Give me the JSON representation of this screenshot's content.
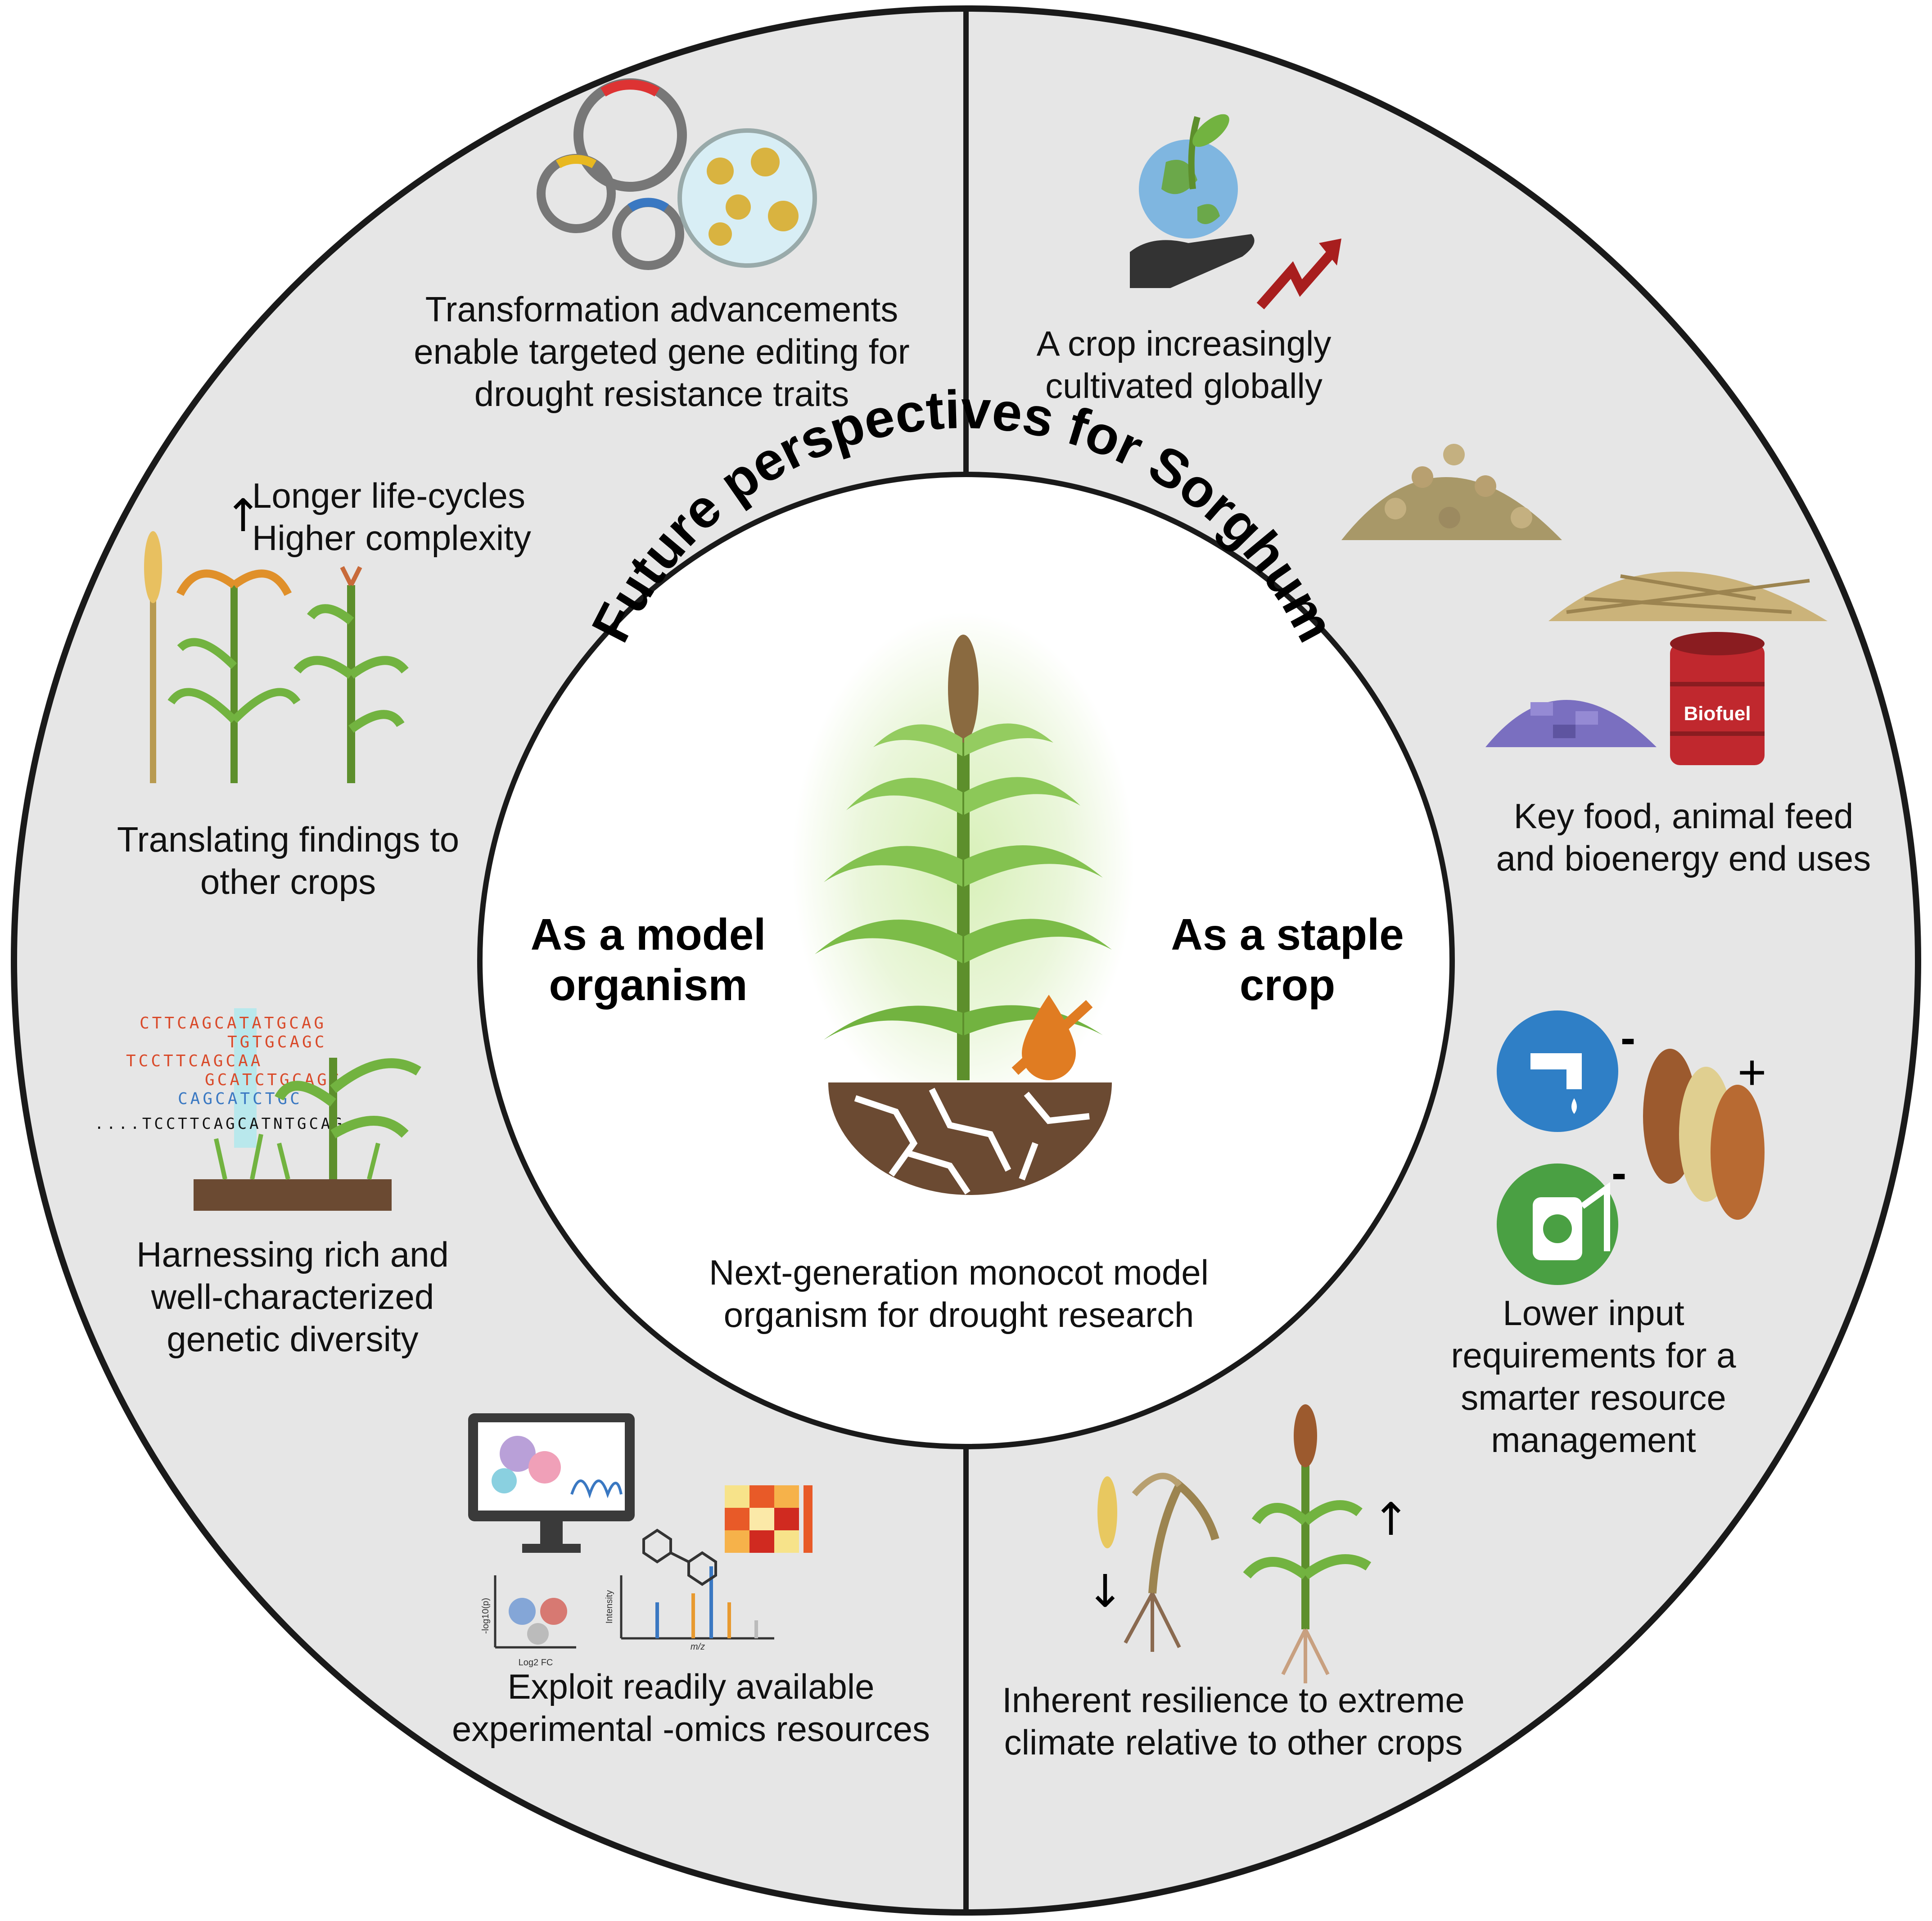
{
  "title": "Future perspectives for Sorghum",
  "left_heading": "As a model\norganism",
  "right_heading": "As a staple\ncrop",
  "center_caption": "Next-generation monocot model\norganism for drought research",
  "items": {
    "transformation": "Transformation advancements\nenable targeted gene editing for\ndrought resistance traits",
    "life_cycles": "Longer life-cycles\nHigher complexity",
    "translating": "Translating findings to\nother crops",
    "genetic_diversity": "Harnessing rich and\nwell-characterized\ngenetic diversity",
    "omics": "Exploit readily available\nexperimental -omics resources",
    "cultivated": "A crop increasingly\ncultivated globally",
    "end_uses": "Key food, animal feed\nand bioenergy end uses",
    "lower_input": "Lower input\nrequirements for a\nsmarter resource\nmanagement",
    "resilience": "Inherent resilience to extreme\nclimate relative to other crops"
  },
  "small_labels": {
    "biofuel": "Biofuel",
    "up_arrow": "↑",
    "down_arrow": "↓",
    "minus": "-",
    "plus": "+",
    "volcano_y": "-log10(p)",
    "volcano_x": "Log2 FC",
    "ms_y": "Intensity",
    "ms_x": "m/z"
  },
  "dna_lines": [
    {
      "text": "CTTCAGCATATGCAG",
      "color": "#d94a2a"
    },
    {
      "text": "TGTGCAGC",
      "color": "#d94a2a"
    },
    {
      "text": "TCCTTCAGCAA",
      "color": "#d94a2a"
    },
    {
      "text": "GCATCTGCAGC",
      "color": "#d94a2a"
    },
    {
      "text": "CAGCATCTGC",
      "color": "#3a78c2"
    },
    {
      "text": "....TCCTTCAGCATNTGCAG",
      "color": "#111111"
    }
  ],
  "colors": {
    "ring_fill": "#e6e6e6",
    "center_fill": "#ffffff",
    "outline": "#1a1a1a",
    "plant_green": "#6aa83a",
    "soil_brown": "#6b4a32",
    "drop_orange": "#e07c22",
    "water_blue": "#2f7fc6",
    "spray_green": "#4aa043",
    "barrel_red": "#c0282e",
    "pellet_purple": "#7a6fc0",
    "arrow_red": "#a81e1e"
  }
}
